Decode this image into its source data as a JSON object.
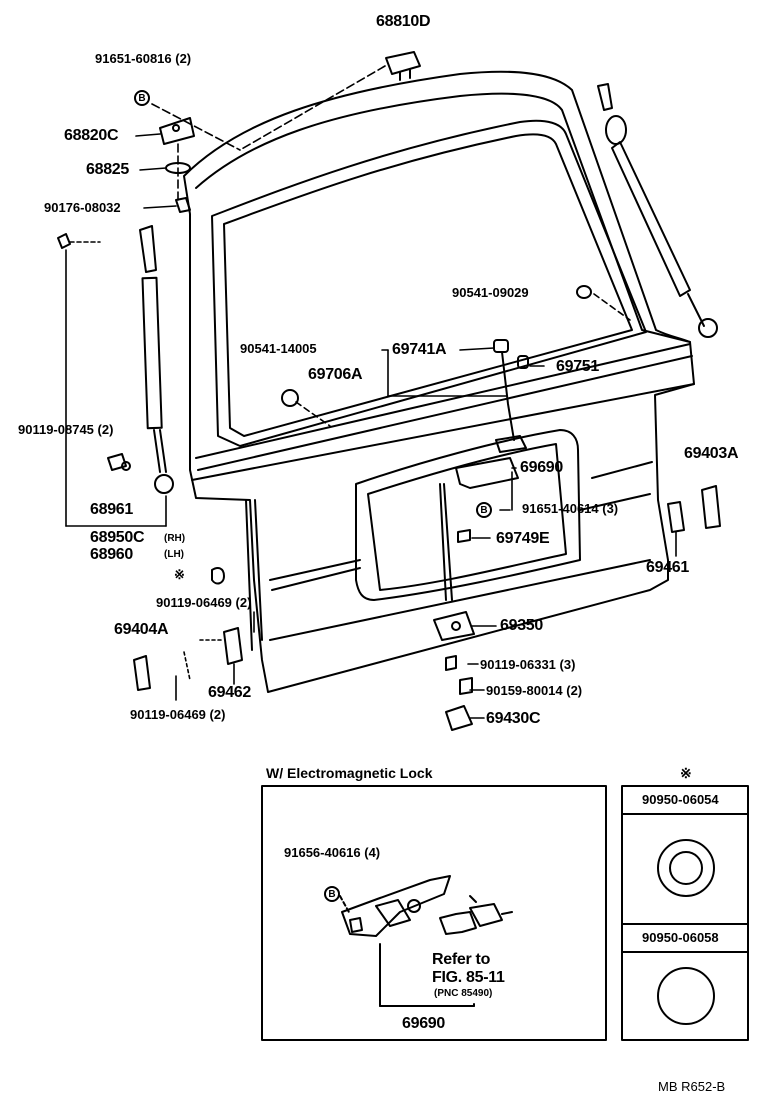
{
  "parts": {
    "p68810D": "68810D",
    "p91651_60816": "91651-60816 (2)",
    "p68820C": "68820C",
    "p68825": "68825",
    "p90176_08032": "90176-08032",
    "p90541_09029": "90541-09029",
    "p90541_14005": "90541-14005",
    "p69741A": "69741A",
    "p69706A": "69706A",
    "p69751": "69751",
    "p90119_08745": "90119-08745 (2)",
    "p69690": "69690",
    "p69403A": "69403A",
    "p91651_40614": "91651-40614 (3)",
    "p68961": "68961",
    "p68950C": "68950C",
    "p68950C_side": "(RH)",
    "p68960": "68960",
    "p68960_side": "(LH)",
    "p69749E": "69749E",
    "p69461": "69461",
    "p90119_06469_a": "90119-06469 (2)",
    "p69404A": "69404A",
    "p69350": "69350",
    "p90119_06331": "90119-06331 (3)",
    "p69462": "69462",
    "p90159_80014": "90159-80014 (2)",
    "p90119_06469_b": "90119-06469 (2)",
    "p69430C": "69430C"
  },
  "inset_lock": {
    "title": "W/ Electromagnetic Lock",
    "bolt_label": "91656-40616 (4)",
    "refer_line1": "Refer to",
    "refer_line2": "FIG. 85-11",
    "refer_line3": "(PNC 85490)",
    "part": "69690"
  },
  "inset_plugs": {
    "mark": "※",
    "plug1": "90950-06054",
    "plug2": "90950-06058"
  },
  "marks": {
    "star": "※",
    "bolt_letter": "B"
  },
  "footer": "MB  R652-B"
}
